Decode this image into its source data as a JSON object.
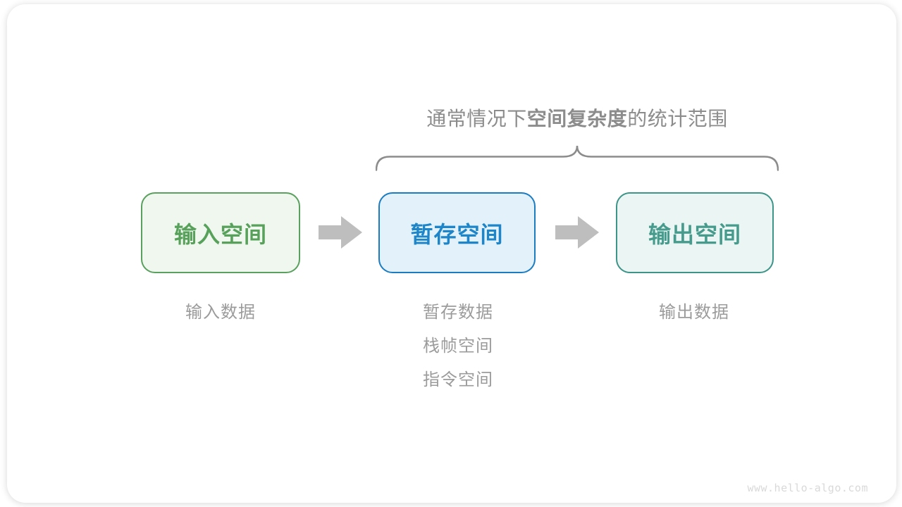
{
  "title": {
    "prefix": "通常情况下",
    "emphasis": "空间复杂度",
    "suffix": "的统计范围"
  },
  "boxes": [
    {
      "label": "输入空间",
      "border_color": "#5AA05E",
      "bg_color": "#F0F7EE",
      "text_color": "#57A15B"
    },
    {
      "label": "暂存空间",
      "border_color": "#1C7CC2",
      "bg_color": "#E3F2FA",
      "text_color": "#1E86C8"
    },
    {
      "label": "输出空间",
      "border_color": "#3D9488",
      "bg_color": "#EBF5F3",
      "text_color": "#469B8C"
    }
  ],
  "labels": {
    "input": [
      "输入数据"
    ],
    "temporary": [
      "暂存数据",
      "栈帧空间",
      "指令空间"
    ],
    "output": [
      "输出数据"
    ]
  },
  "watermark": "www.hello-algo.com",
  "colors": {
    "title": "#8C8C8C",
    "brace": "#8C8C8C",
    "arrow": "#BEBEBE",
    "label": "#9B9B9B",
    "watermark": "#D9D9D9"
  }
}
